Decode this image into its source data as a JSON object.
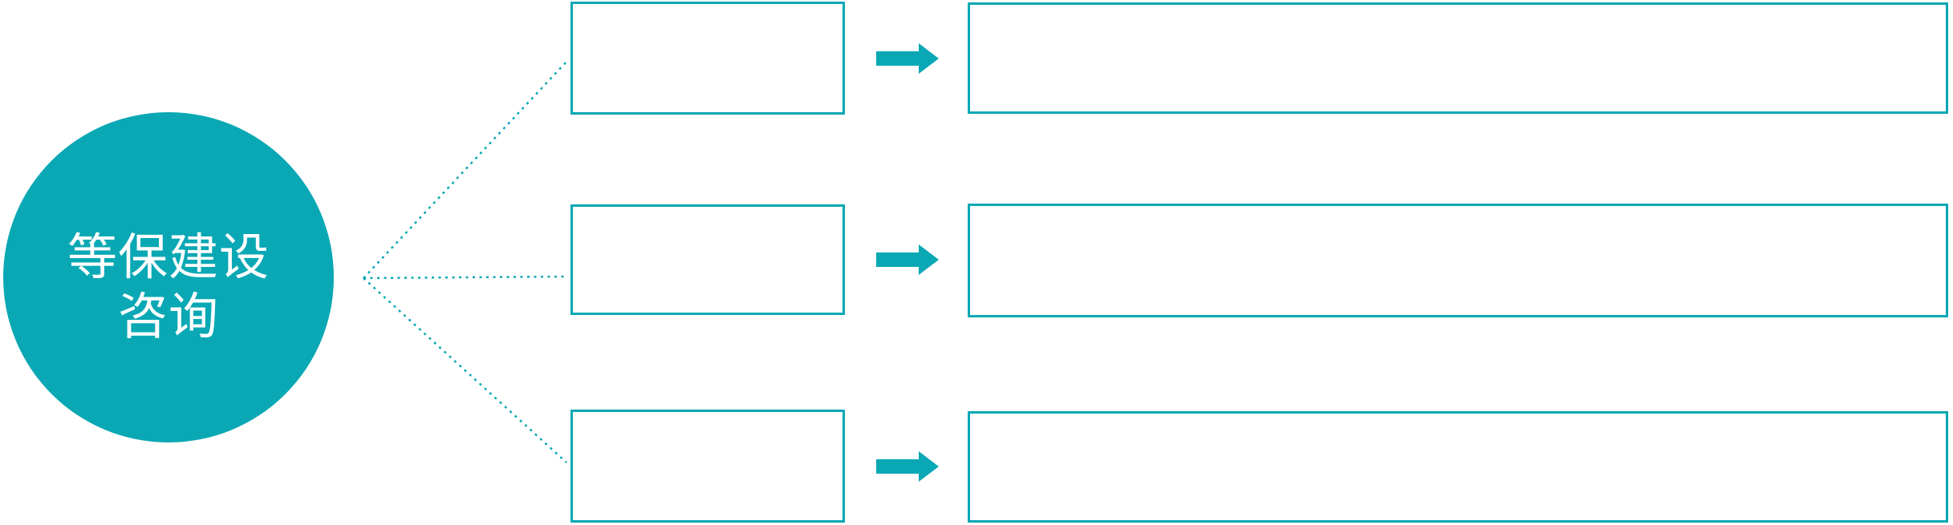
{
  "diagram": {
    "accent_color": "#09A8B4",
    "background_color": "#FFFFFF",
    "hub": {
      "label_line1": "等保建设",
      "label_line2": "咨询",
      "text_color": "#FFFFFF",
      "shape": "circle"
    },
    "rows": [
      {
        "step_label": "",
        "detail_label": ""
      },
      {
        "step_label": "",
        "detail_label": ""
      },
      {
        "step_label": "",
        "detail_label": ""
      }
    ],
    "connectors": {
      "dotted_line_style": "dotted",
      "arrow_icon": "arrow-right",
      "arrow_color": "#09A8B4"
    }
  }
}
